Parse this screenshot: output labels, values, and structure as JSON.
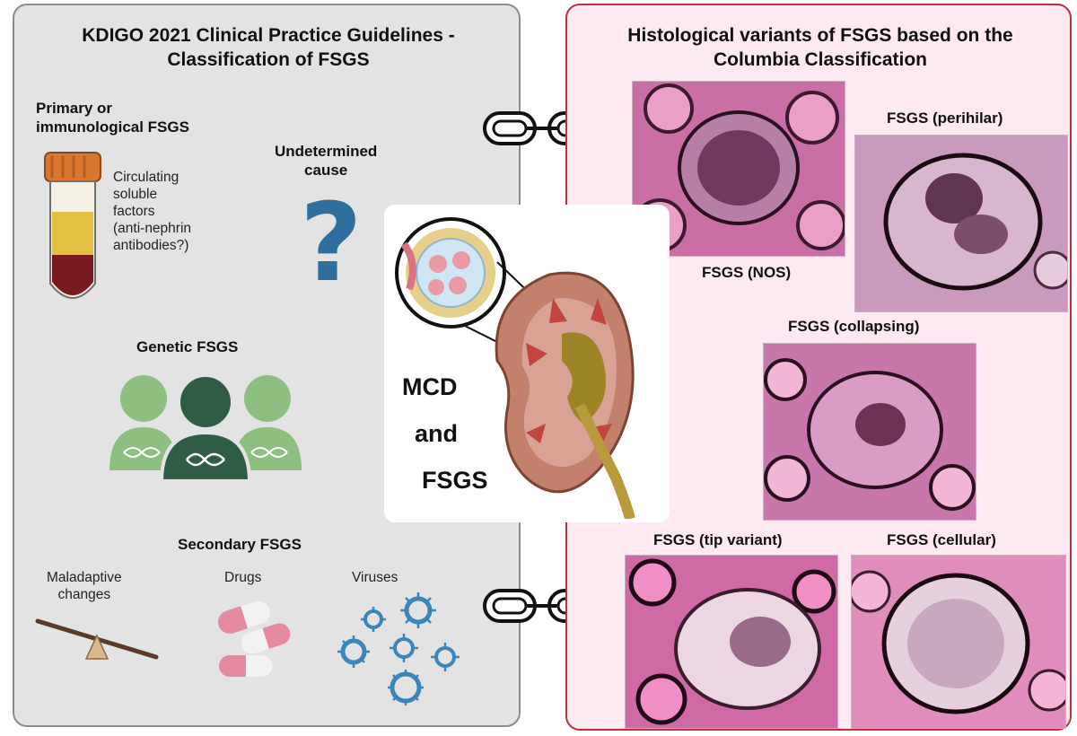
{
  "left": {
    "title_line1": "KDIGO 2021 Clinical Practice Guidelines -",
    "title_line2": "Classification of FSGS",
    "primary_line1": "Primary or",
    "primary_line2": "immunological FSGS",
    "circulating": [
      "Circulating",
      "soluble",
      "factors",
      "(anti-nephrin",
      "antibodies?)"
    ],
    "undetermined_line1": "Undetermined",
    "undetermined_line2": "cause",
    "genetic": "Genetic FSGS",
    "secondary": "Secondary FSGS",
    "maladaptive_line1": "Maladaptive",
    "maladaptive_line2": "changes",
    "drugs": "Drugs",
    "viruses": "Viruses"
  },
  "center": {
    "line1": "MCD",
    "line2": "and",
    "line3": "FSGS"
  },
  "right": {
    "title_line1": "Histological variants of FSGS based on the",
    "title_line2": "Columbia Classification",
    "variants": {
      "nos": "FSGS (NOS)",
      "perihilar": "FSGS (perihilar)",
      "collapsing": "FSGS (collapsing)",
      "tip": "FSGS (tip variant)",
      "cellular": "FSGS (cellular)"
    }
  },
  "colors": {
    "left_bg": "#e3e3e3",
    "right_bg": "#fce9f1",
    "right_border": "#b8323c",
    "question_mark": "#2f6f9e",
    "genetic_light": "#8cbf80",
    "genetic_dark": "#2e5c45",
    "virus": "#3a86b8",
    "tube_cap": "#d9772f",
    "pill": "#e58aa0"
  },
  "icons": [
    "link-icon",
    "test-tube-icon",
    "question-mark-icon",
    "dna-people-icon",
    "seesaw-icon",
    "pill-icon",
    "virus-icon",
    "kidney-illustration"
  ]
}
